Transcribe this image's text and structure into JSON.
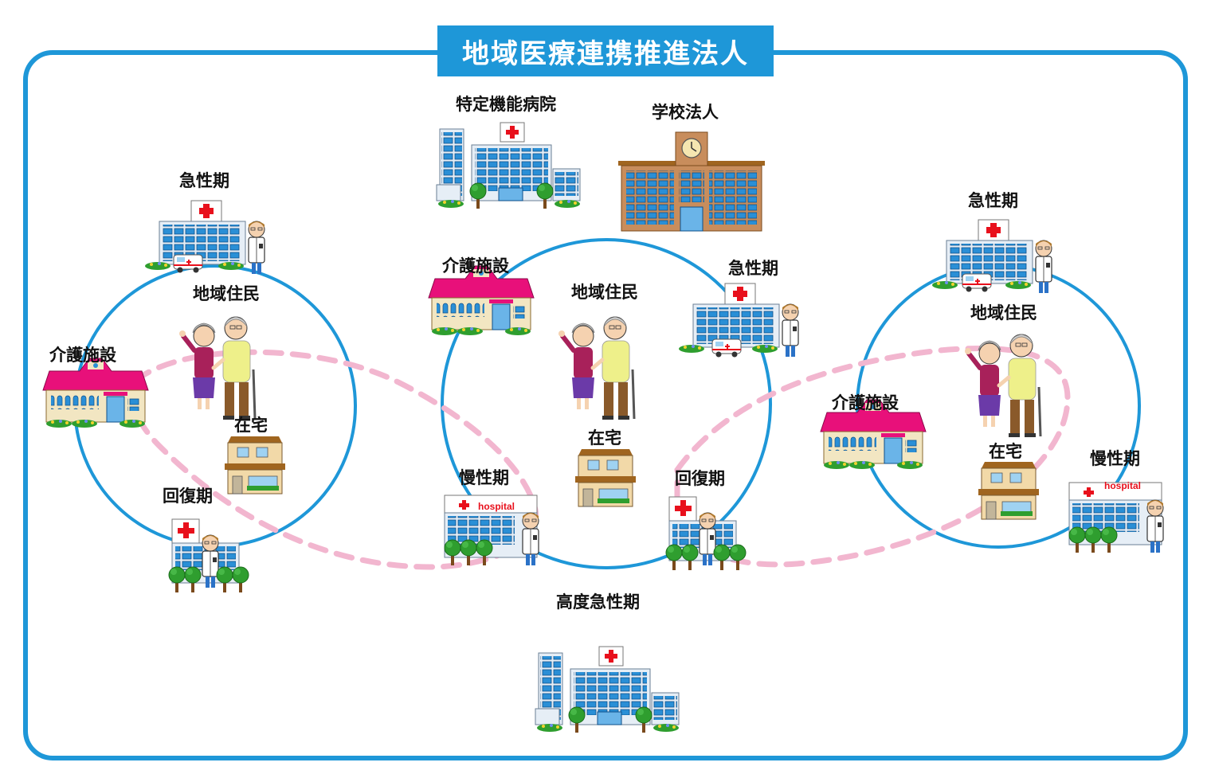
{
  "title": "地域医療連携推進法人",
  "colors": {
    "frame": "#1e97d8",
    "title_bg": "#1e97d8",
    "circle": "#1e97d8",
    "dashed_link": "#f2b6cf",
    "hospital_cross": "#e8101c",
    "care_roof": "#e8107a",
    "school": "#c88d5c"
  },
  "top": {
    "special_hospital": "特定機能病院",
    "school_corp": "学校法人"
  },
  "left": {
    "acute": "急性期",
    "residents": "地域住民",
    "care": "介護施設",
    "home": "在宅",
    "recovery": "回復期"
  },
  "center": {
    "care": "介護施設",
    "residents": "地域住民",
    "acute": "急性期",
    "home": "在宅",
    "chronic": "慢性期",
    "recovery": "回復期",
    "hospital_sign": "hospital"
  },
  "right": {
    "acute": "急性期",
    "residents": "地域住民",
    "care": "介護施設",
    "home": "在宅",
    "chronic": "慢性期",
    "hospital_sign": "hospital"
  },
  "bottom": {
    "advanced_acute": "高度急性期"
  }
}
